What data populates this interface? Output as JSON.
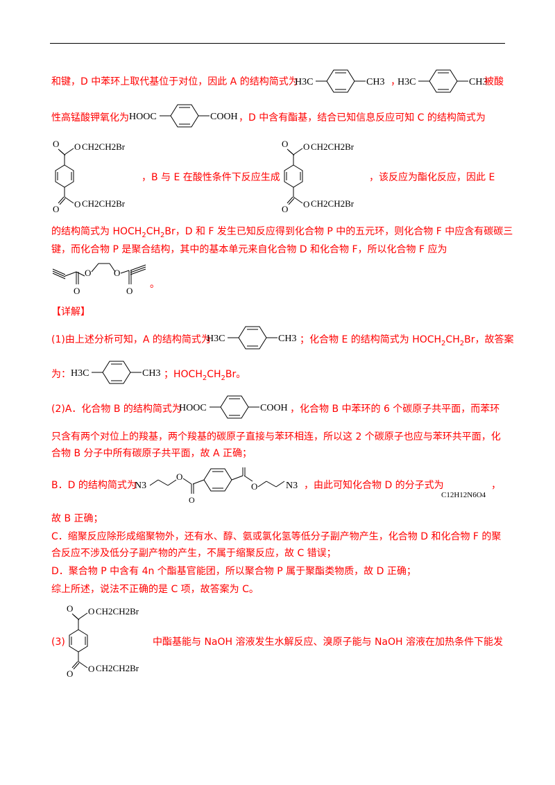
{
  "l1a": "和键，D 中苯环上取代基位于对位，因此 A 的结构简式为",
  "l1sep": "，",
  "l1b": "被酸",
  "l2a": "性高锰酸钾氧化为",
  "l2b": "，D 中含有酯基，结合已知信息反应可知 C 的结构简式为",
  "l3a": "，B 与 E 在酸性条件下反应生成",
  "l3b": "，该反应为酯化反应，因此 E",
  "l4a": "的结构简式为 HOCH",
  "l4b": "CH",
  "l4c": "Br，D 和 F 发生已知反应得到化合物 P 中的五元环，则化合物 F 中应含有碳碳三",
  "l5": "键，而化合物 P 是聚合结构，其中的基本单元来自化合物 D 和化合物 F，所以化合物 F 应为",
  "period": "。",
  "detail": "【详解】",
  "q1a": "(1)由上述分析可知，A 的结构简式为",
  "q1b": "；化合物 E 的结构简式为 HOCH",
  "q1c": "CH",
  "q1d": "Br，故答案",
  "q1e": "为：",
  "q1f": "；HOCH",
  "q1g": "CH",
  "q1h": "Br。",
  "q2a": "(2)A．化合物 B 的结构简式为",
  "q2b": "，化合物 B 中苯环的 6 个碳原子共平面，而苯环",
  "q2c": "只含有两个对位上的羧基，两个羧基的碳原子直接与苯环相连，所以这 2 个碳原子也应与苯环共平面，化",
  "q2d": "合物 B 分子中所有碳原子共平面，故 A 正确；",
  "q2e": "B．D 的结构简式为",
  "q2f": "，由此可知化合物 D 的分子式为",
  "q2g": "，",
  "q2h": "故 B 正确；",
  "q2i": "C．缩聚反应除形成缩聚物外，还有水、醇、氨或氯化氢等低分子副产物产生，化合物 D 和化合物 F 的聚",
  "q2j": "合反应不涉及低分子副产物的产生，不属于缩聚反应，故 C 错误；",
  "q2k": "D．聚合物 P 中含有 4n 个酯基官能团，所以聚合物 P 属于聚酯类物质，故 D 正确；",
  "q2l": "综上所述，说法不正确的是 C 项，故答案为 C。",
  "q3a": "(3)",
  "q3b": "中酯基能与 NaOH 溶液发生水解反应、溴原子能与 NaOH 溶液在加热条件下能发",
  "chem": {
    "h3c": "H3C",
    "ch3": "CH3",
    "hooc": "HOOC",
    "cooh": "COOH",
    "o": "O",
    "ch2ch2br": "CH2CH2Br",
    "n3": "N3",
    "formula": "C12H12N6O4"
  }
}
